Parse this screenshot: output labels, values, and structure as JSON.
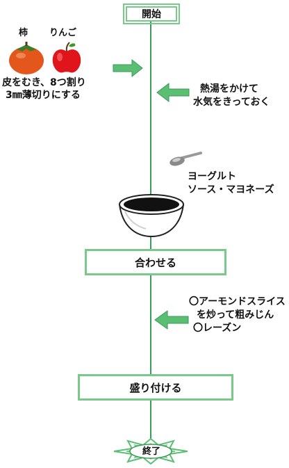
{
  "colors": {
    "accent_green": "#5bbf73",
    "line_green": "#3a9a57",
    "box_border": "#78c98a",
    "persimmon": "#e4571c",
    "apple": "#e0141b"
  },
  "icons": {
    "persimmon": "persimmon-icon",
    "apple": "apple-icon",
    "spoon": "spoon-icon",
    "bowl": "bowl-icon",
    "arrow": "arrow-icon",
    "burst": "starburst-icon"
  },
  "flow": {
    "start": "開始",
    "mix": "合わせる",
    "serve": "盛り付ける",
    "end": "終了"
  },
  "ingredients": {
    "persimmon_label": "柿",
    "apple_label": "りんご",
    "prep_line1": "皮をむき、8つ割り",
    "prep_line2": "3㎜薄切りにする"
  },
  "steps": {
    "hot_water_line1": "熱湯をかけて",
    "hot_water_line2": "水気をきっておく",
    "sauce_line1": "ヨーグルト",
    "sauce_line2": "ソース・マヨネーズ",
    "topping_line1": "〇アーモンドスライス",
    "topping_line2": "を炒って粗みじん",
    "topping_line3": "〇レーズン"
  }
}
